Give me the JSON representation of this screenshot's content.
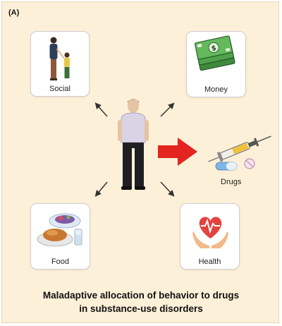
{
  "panel": {
    "tag": "(A)"
  },
  "items": {
    "social": {
      "label": "Social",
      "icon": "parent-child-icon"
    },
    "money": {
      "label": "Money",
      "icon": "money-bills-icon"
    },
    "drugs": {
      "label": "Drugs",
      "icon": "syringe-pills-icon"
    },
    "food": {
      "label": "Food",
      "icon": "food-plates-icon"
    },
    "health": {
      "label": "Health",
      "icon": "heart-hands-icon"
    }
  },
  "center": {
    "icon": "person-icon"
  },
  "colors": {
    "background": "#fdf0d8",
    "highlight_arrow": "#e42420",
    "arrow": "#333333"
  },
  "caption": {
    "line1": "Maladaptive allocation of behavior to drugs",
    "line2": "in substance-use disorders"
  }
}
